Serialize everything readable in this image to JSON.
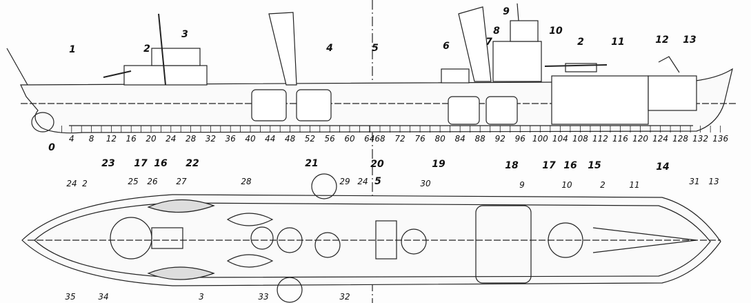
{
  "profile_callouts": [
    "1",
    "2",
    "3",
    "4",
    "5",
    "6",
    "7",
    "8",
    "9",
    "10",
    "2",
    "11",
    "12",
    "13"
  ],
  "profile_lower_callouts": [
    "23",
    "17",
    "16",
    "22",
    "21",
    "20",
    "19",
    "18",
    "17",
    "16",
    "15",
    "14"
  ],
  "frame_numbers": [
    0,
    4,
    8,
    12,
    16,
    20,
    24,
    28,
    32,
    36,
    40,
    44,
    48,
    52,
    56,
    60,
    64,
    68,
    72,
    76,
    80,
    84,
    88,
    92,
    96,
    100,
    104,
    108,
    112,
    116,
    120,
    124,
    128,
    132,
    136
  ],
  "plan_top_callouts": [
    "24",
    "2",
    "25",
    "26",
    "27",
    "28",
    "29",
    "24",
    "5",
    "30",
    "9",
    "10",
    "2",
    "11",
    "31",
    "13"
  ],
  "plan_bottom_callouts": [
    "35",
    "34",
    "3",
    "33",
    "32"
  ]
}
